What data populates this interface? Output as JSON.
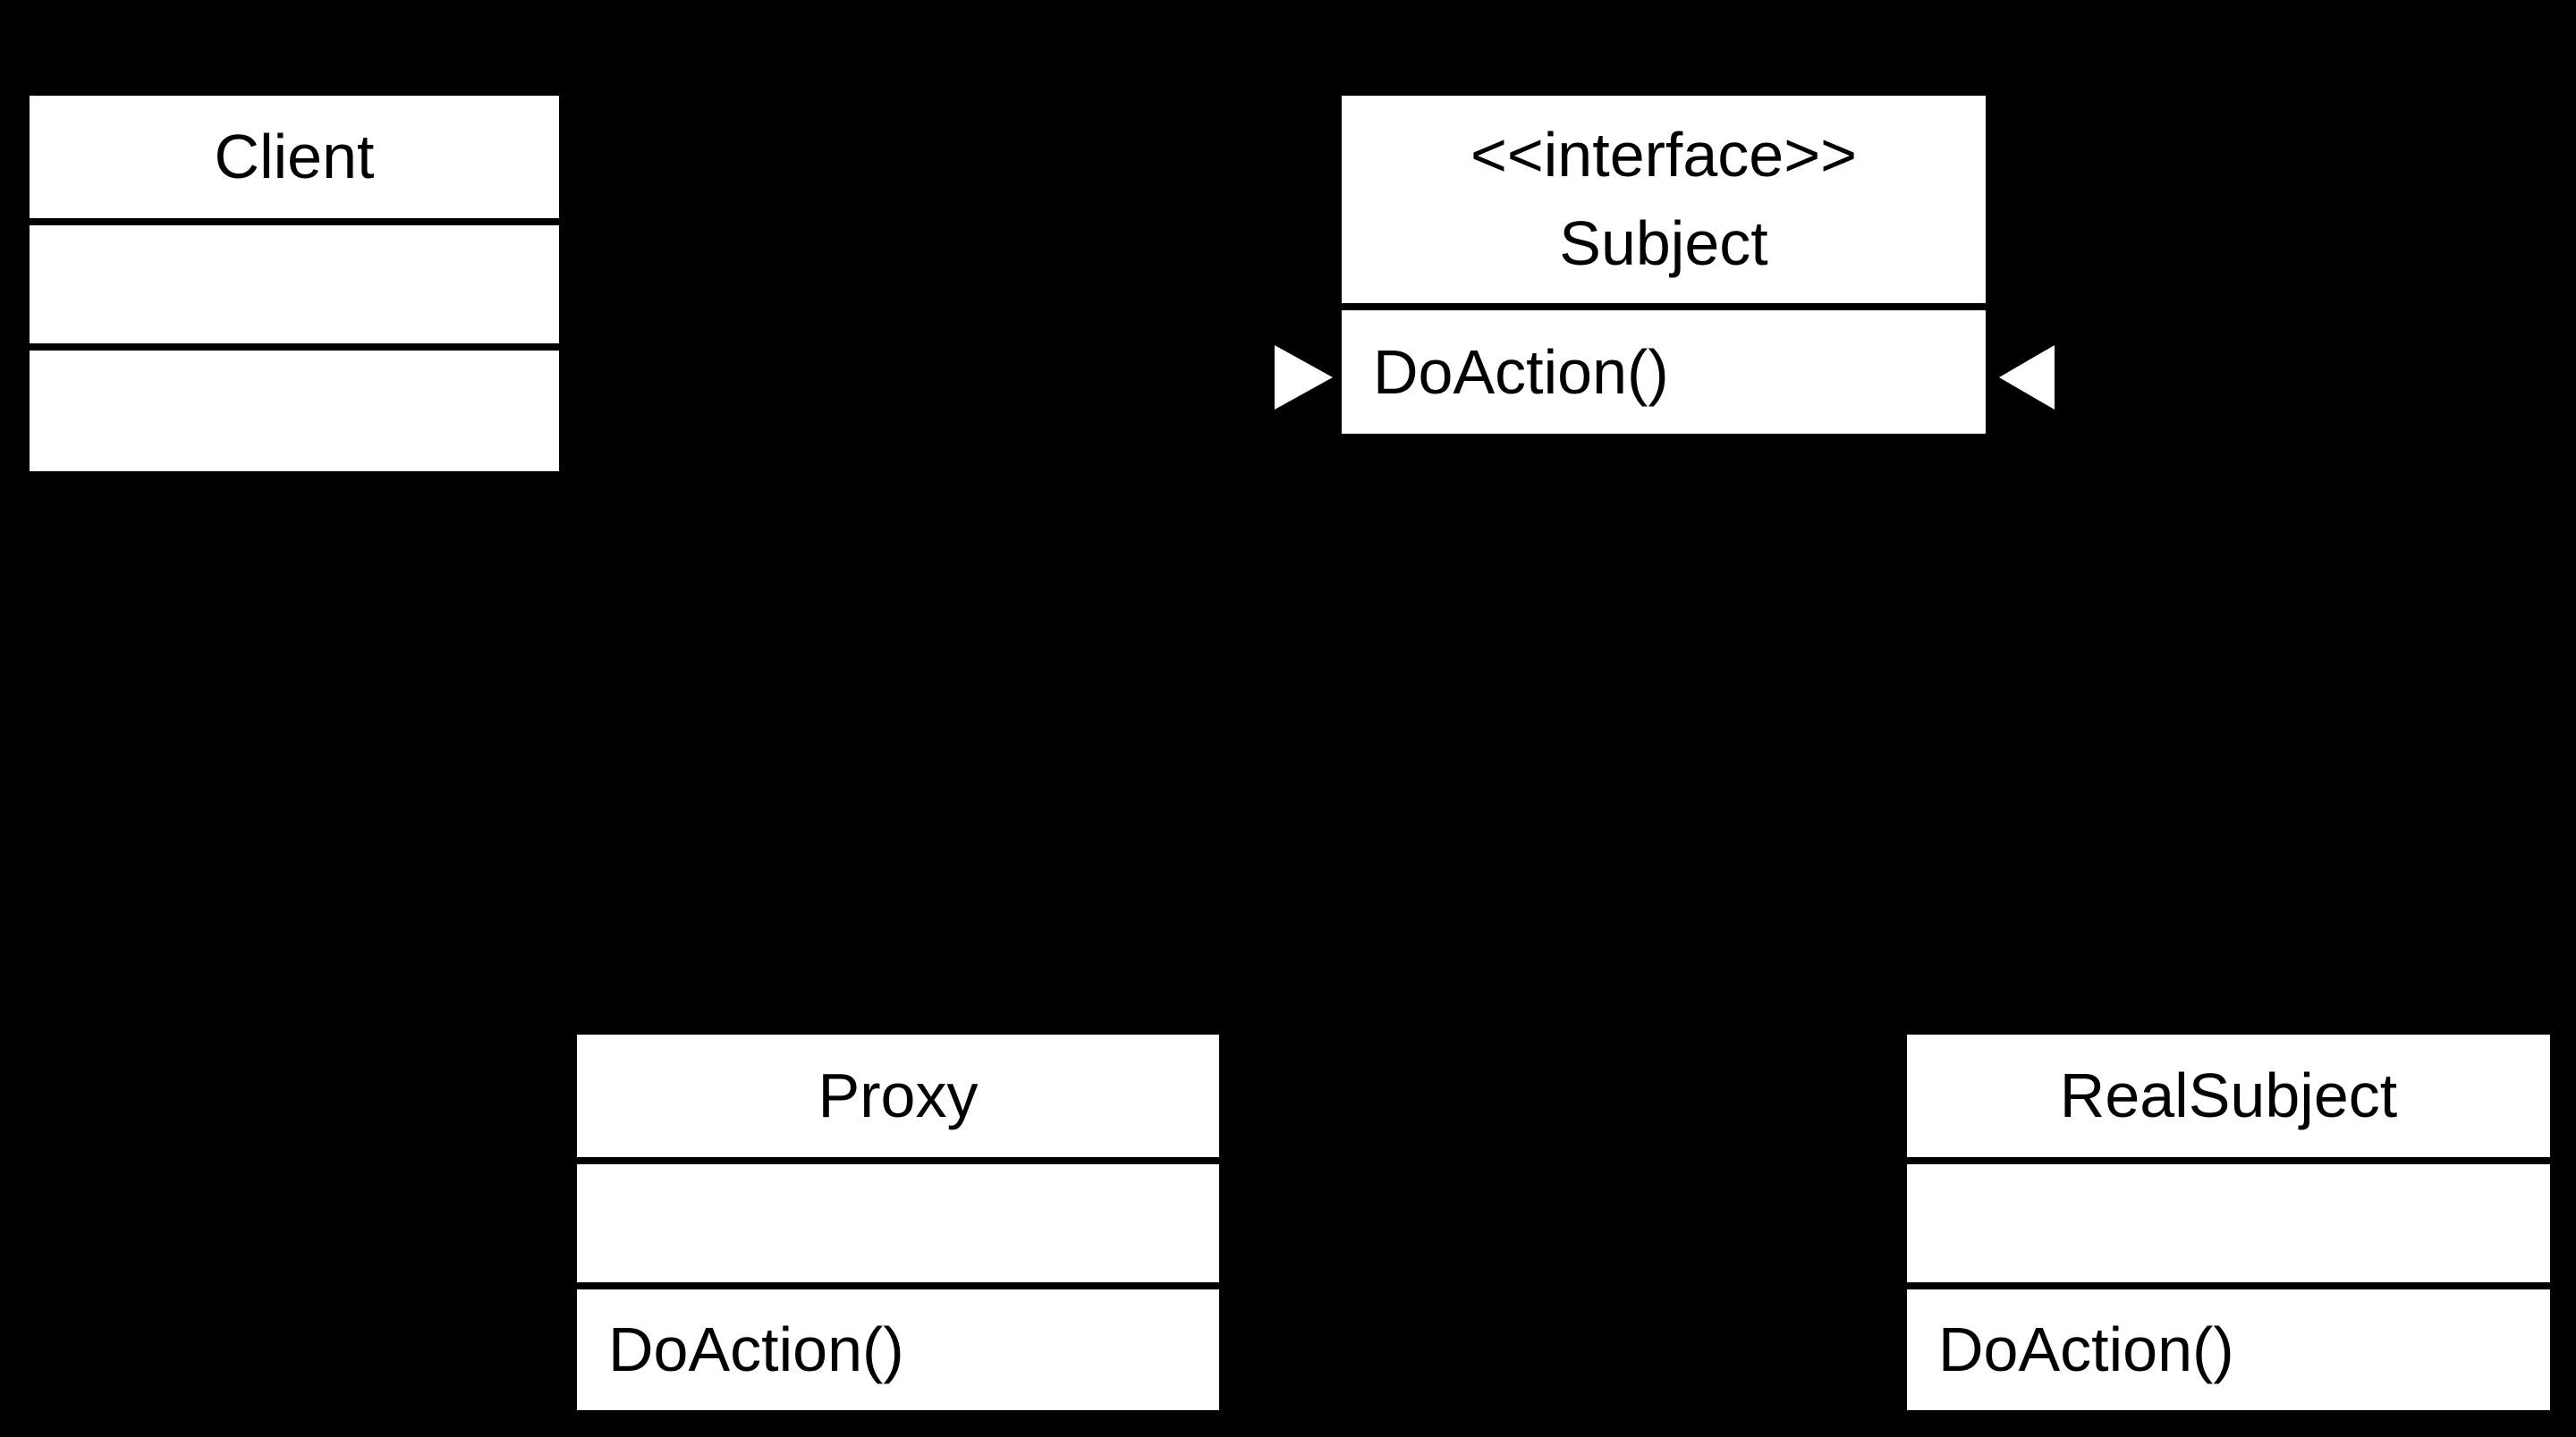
{
  "diagram": {
    "background_color": "#000000",
    "box_fill_color": "#ffffff",
    "text_color": "#000000",
    "classes": {
      "client": {
        "name": "Client",
        "attributes": "",
        "methods": ""
      },
      "subject": {
        "stereotype": "<<interface>>",
        "name": "Subject",
        "methods": "DoAction()"
      },
      "proxy": {
        "name": "Proxy",
        "attributes": "",
        "methods": "DoAction()"
      },
      "real_subject": {
        "name": "RealSubject",
        "attributes": "",
        "methods": "DoAction()"
      }
    },
    "connectors": {
      "left_arrowhead_icon": "triangle-pointing-right",
      "right_arrowhead_icon": "triangle-pointing-left"
    }
  }
}
